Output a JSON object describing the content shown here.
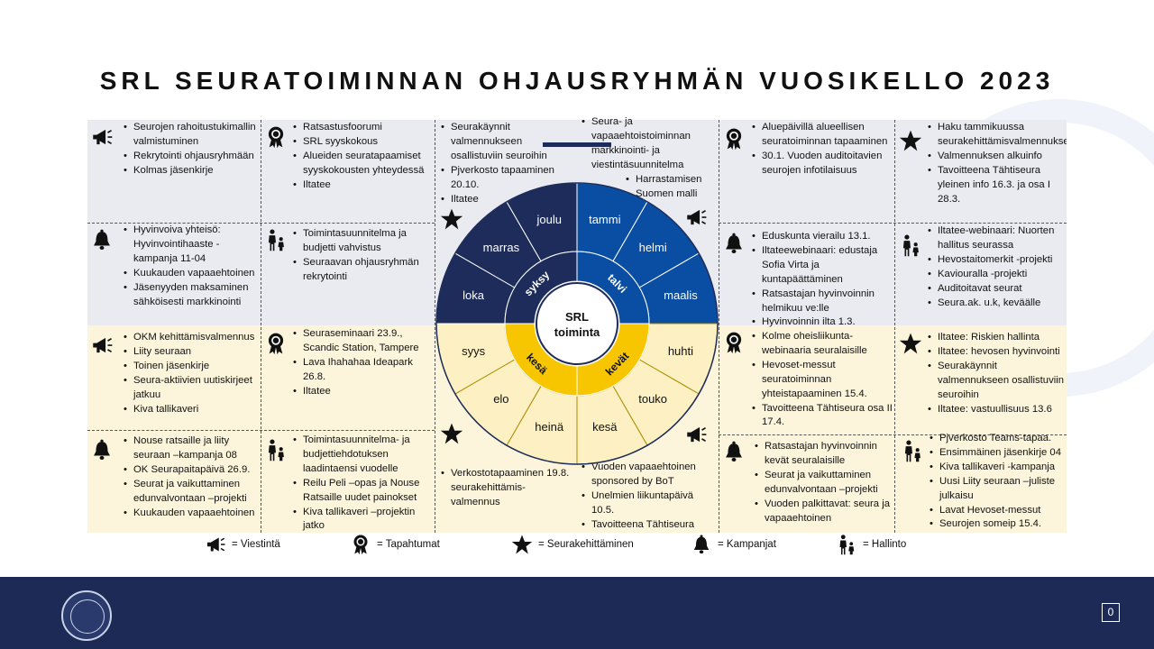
{
  "title": "SRL SEURATOIMINNAN OHJAUSRYHMÄN VUOSIKELLO 2023",
  "colors": {
    "navy": "#1d2c5a",
    "blue": "#0a4ea3",
    "gold": "#f7c600",
    "lightgold": "#fdf0c2",
    "footer": "#1d2a56"
  },
  "cells": {
    "c1": [
      "Seurojen rahoitustukimallin valmistuminen",
      "Rekrytointi ohjausryhmään",
      "Kolmas jäsenkirje"
    ],
    "c2": [
      "Ratsastusfoorumi",
      "SRL syyskokous",
      "Alueiden seuratapaamiset syyskokousten yhteydessä",
      "Iltatee"
    ],
    "c3": [
      "Seurakäynnit valmennukseen osallistuviin seuroihin",
      "Pjverkosto tapaaminen 20.10.",
      "Iltatee"
    ],
    "c4a": [
      "Seura- ja vapaaehtoistoiminnan markkinointi- ja viestintäsuunnitelma"
    ],
    "c4b": [
      "Harrastamisen Suomen malli"
    ],
    "c5": [
      "Aluepäivillä alueellisen seuratoiminnan tapaaminen",
      "30.1. Vuoden auditoitavien seurojen infotilaisuus"
    ],
    "c6": [
      "Haku tammikuussa seurakehittämisvalmennukseen",
      "Valmennuksen alkuinfo",
      "Tavoitteena Tähtiseura yleinen info 16.3. ja osa I 28.3."
    ],
    "c7": [
      "Hyvinvoiva yhteisö: Hyvinvointihaaste -kampanja 11-04",
      "Kuukauden vapaaehtoinen",
      "Jäsenyyden maksaminen sähköisesti markkinointi"
    ],
    "c8": [
      "Toimintasuunnitelma ja budjetti vahvistus",
      "Seuraavan ohjausryhmän rekrytointi"
    ],
    "c9": [
      "Eduskunta vierailu 13.1.",
      "Iltateewebinaari: edustaja Sofia Virta ja kuntapäättäminen",
      "Ratsastajan hyvinvoinnin helmikuu ve:lle",
      "Hyvinvoinnin ilta 1.3."
    ],
    "c10": [
      "Iltatee-webinaari: Nuorten hallitus seurassa",
      "Hevostaitomerkit -projekti",
      "Kaviouralla -projekti",
      "Auditoitavat seurat",
      "Seura.ak. u.k, keväälle"
    ],
    "c11": [
      "OKM kehittämisvalmennus",
      "Liity seuraan",
      "Toinen jäsenkirje",
      "Seura-aktiivien uutiskirjeet jatkuu",
      "Kiva tallikaveri"
    ],
    "c12": [
      "Seuraseminaari 23.9., Scandic Station, Tampere",
      "Lava Ihahahaa Ideapark 26.8.",
      "Iltatee"
    ],
    "c13": [
      "Kolme oheisliikunta-webinaaria seuralaisille",
      "Hevoset-messut seuratoiminnan yhteistapaaminen 15.4.",
      "Tavoitteena Tähtiseura osa II 17.4."
    ],
    "c14": [
      "Iltatee: Riskien hallinta",
      "Iltatee: hevosen hyvinvointi",
      "Seurakäynnit valmennukseen osallistuviin seuroihin",
      "Iltatee: vastuullisuus 13.6"
    ],
    "c15": [
      "Nouse ratsaille ja liity seuraan –kampanja 08",
      "OK Seurapaitapäivä 26.9.",
      "Seurat ja vaikuttaminen edunvalvontaan –projekti",
      "Kuukauden vapaaehtoinen"
    ],
    "c16": [
      "Toimintasuunnitelma- ja budjettiehdotuksen laadintaensi vuodelle",
      "Reilu Peli –opas ja Nouse Ratsaille uudet painokset",
      "Kiva tallikaveri –projektin jatko"
    ],
    "c17": [
      "Verkostotapaaminen 19.8. seurakehittämis-valmennus"
    ],
    "c18": [
      "Vuoden vapaaehtoinen sponsored by BoT",
      "Unelmien liikuntapäivä 10.5.",
      "Tavoitteena Tähtiseura"
    ],
    "c19": [
      "Ratsastajan hyvinvoinnin kevät seuralaisille",
      "Seurat ja vaikuttaminen edunvalvontaan –projekti",
      "Vuoden palkittavat: seura ja vapaaehtoinen"
    ],
    "c20": [
      "Pjverkosto Teams-tapaa.",
      "Ensimmäinen jäsenkirje 04",
      "Kiva tallikaveri -kampanja",
      "Uusi Liity seuraan –juliste julkaisu",
      "Lavat Hevoset-messut",
      "Seurojen someip 15.4."
    ]
  },
  "wheel": {
    "center": [
      "SRL",
      "toiminta"
    ],
    "seasons": [
      "talvi",
      "kevät",
      "kesä",
      "syksy"
    ],
    "months": [
      "tammi",
      "helmi",
      "maalis",
      "huhti",
      "touko",
      "kesä",
      "heinä",
      "elo",
      "syys",
      "loka",
      "marras",
      "joulu"
    ]
  },
  "legend": [
    {
      "icon": "megaphone-icon",
      "label": "= Viestintä"
    },
    {
      "icon": "rosette-icon",
      "label": "= Tapahtumat"
    },
    {
      "icon": "star-icon",
      "label": "= Seurakehittäminen"
    },
    {
      "icon": "bell-icon",
      "label": "= Kampanjat"
    },
    {
      "icon": "people-icon",
      "label": "= Hallinto"
    }
  ],
  "page_number": "0"
}
